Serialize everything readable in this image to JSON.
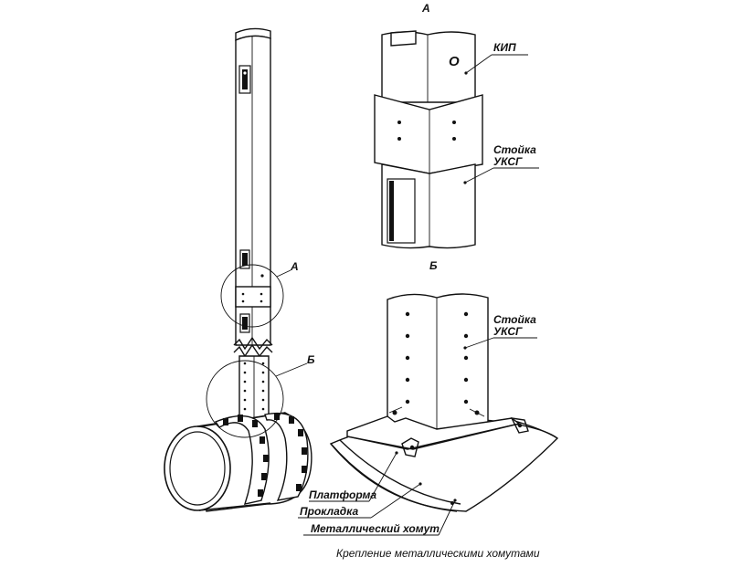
{
  "detail_a": {
    "marker": "А"
  },
  "detail_b": {
    "marker": "Б"
  },
  "callouts": {
    "a": "А",
    "b": "Б"
  },
  "labels": {
    "kip": "КИП",
    "kip_symbol": "О",
    "stand_1_line1": "Стойка",
    "stand_1_line2": "УКСГ",
    "stand_2_line1": "Стойка",
    "stand_2_line2": "УКСГ",
    "platform": "Платформа",
    "gasket": "Прокладка",
    "clamp": "Металлический хомут"
  },
  "caption": "Крепление металлическими хомутами"
}
